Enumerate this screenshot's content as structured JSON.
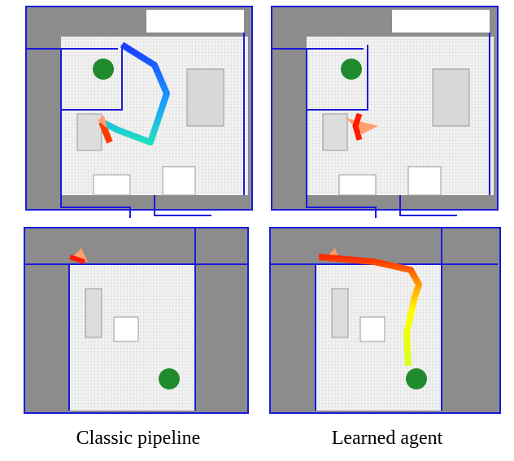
{
  "captions": {
    "left": "Classic pipeline",
    "right": "Learned agent"
  },
  "colors": {
    "wall": "#1a1adc",
    "floor": "#8c8c8c",
    "room": "#e8e8e8",
    "goal": "#1f8a2e",
    "start": "#ff9f6b"
  },
  "panels": [
    {
      "method": "classic",
      "scene": "top"
    },
    {
      "method": "learned",
      "scene": "top"
    },
    {
      "method": "classic",
      "scene": "bottom"
    },
    {
      "method": "learned",
      "scene": "bottom"
    }
  ]
}
